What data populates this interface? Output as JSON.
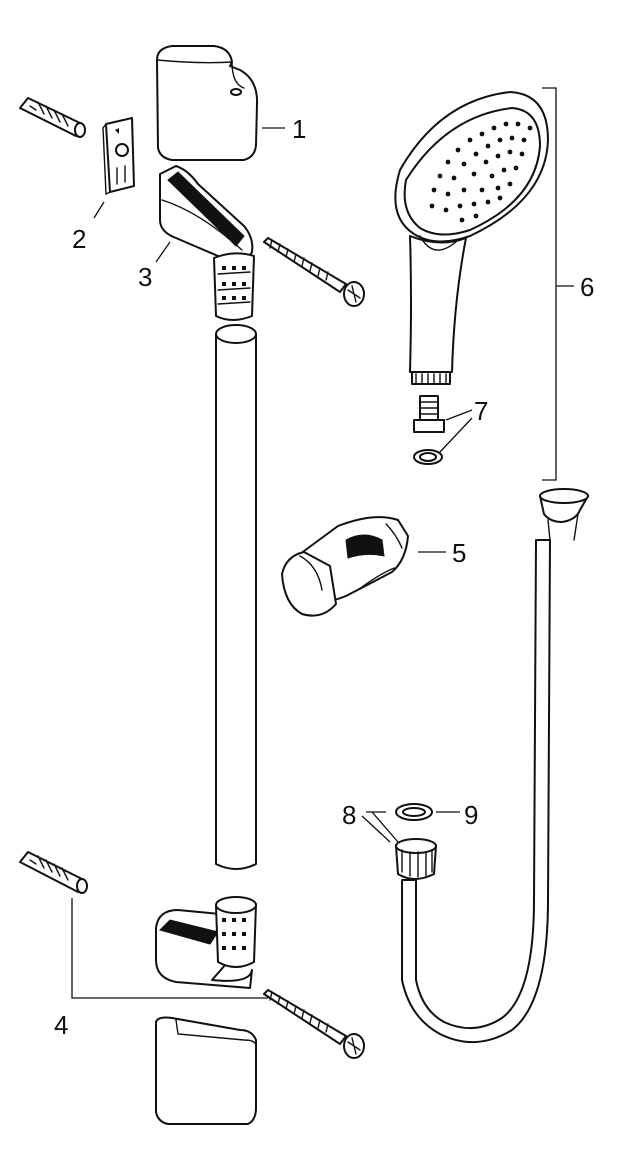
{
  "diagram": {
    "callouts": [
      {
        "id": "1",
        "label": "1"
      },
      {
        "id": "2",
        "label": "2"
      },
      {
        "id": "3",
        "label": "3"
      },
      {
        "id": "4",
        "label": "4"
      },
      {
        "id": "5",
        "label": "5"
      },
      {
        "id": "6",
        "label": "6"
      },
      {
        "id": "7",
        "label": "7"
      },
      {
        "id": "8",
        "label": "8"
      },
      {
        "id": "9",
        "label": "9"
      }
    ],
    "parts": [
      "top-cover-cap",
      "wall-mount-plate",
      "upper-bracket",
      "wall-plug",
      "mounting-screw",
      "slide-bar",
      "shower-holder",
      "hand-shower",
      "flow-limiter",
      "seal-ring",
      "shower-hose",
      "hose-nut",
      "lower-bracket",
      "bottom-cover-cap"
    ]
  }
}
